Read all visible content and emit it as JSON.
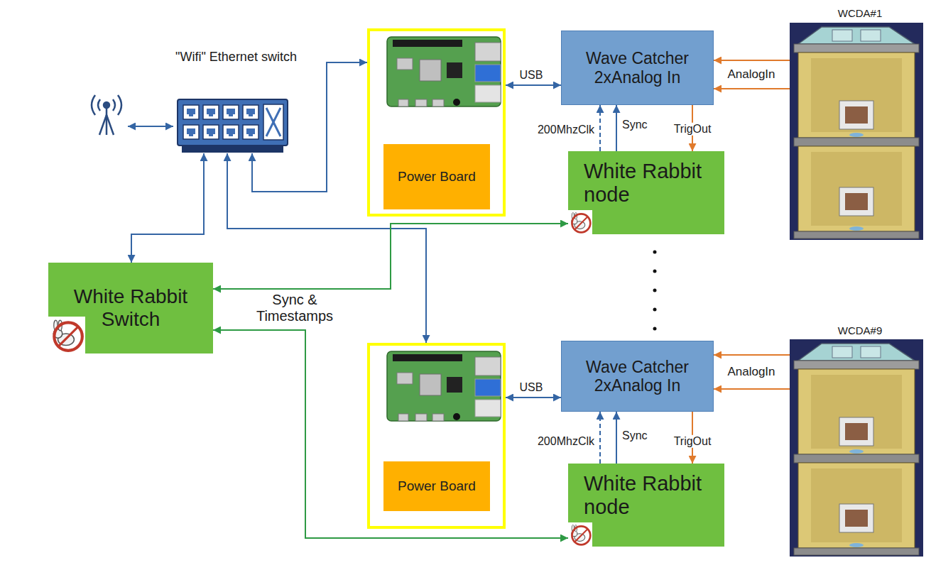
{
  "diagram": {
    "nodes": [
      {
        "text": [
          "\"Wifi\" Ethernet switch"
        ]
      },
      {
        "text": []
      },
      {
        "text": [
          "Power Board"
        ],
        "in": 1
      },
      {
        "text": [
          "Wave Catcher 2xAnalog In"
        ]
      },
      {
        "text": [
          "White Rabbit node"
        ]
      },
      {
        "text": [
          "WCDA#1"
        ]
      },
      {
        "text": [
          "White Rabbit Switch"
        ]
      },
      {
        "text": []
      },
      {
        "text": [
          "Power Board"
        ],
        "in": 7
      },
      {
        "text": [
          "Wave Catcher 2xAnalog In"
        ]
      },
      {
        "text": [
          "White Rabbit node"
        ]
      },
      {
        "text": [
          "WCDA#9"
        ]
      }
    ],
    "edges": [
      {
        "from": 0,
        "to": 1,
        "arrow": "both"
      },
      {
        "from": 0,
        "to": 6,
        "arrow": "both"
      },
      {
        "from": 0,
        "to": 7,
        "arrow": "both"
      },
      {
        "from": 1,
        "to": 3,
        "arrow": "both",
        "label": "USB"
      },
      {
        "from": 3,
        "to": 4,
        "arrow": "to",
        "label": "TrigOut"
      },
      {
        "from": 4,
        "to": 3,
        "arrow": "to",
        "label": "Sync"
      },
      {
        "from": 4,
        "to": 3,
        "arrow": "to",
        "label": "200MhzClk"
      },
      {
        "from": 5,
        "to": 3,
        "arrow": "to",
        "label": "AnalogIn"
      },
      {
        "from": 5,
        "to": 3,
        "arrow": "to"
      },
      {
        "from": 6,
        "to": 4,
        "arrow": "both",
        "label": "Sync & Timestamps"
      },
      {
        "from": 6,
        "to": 10,
        "arrow": "both"
      },
      {
        "from": 7,
        "to": 9,
        "arrow": "both",
        "label": "USB"
      },
      {
        "from": 9,
        "to": 10,
        "arrow": "to",
        "label": "TrigOut"
      },
      {
        "from": 10,
        "to": 9,
        "arrow": "to",
        "label": "Sync"
      },
      {
        "from": 10,
        "to": 9,
        "arrow": "to",
        "label": "200MhzClk"
      },
      {
        "from": 11,
        "to": 9,
        "arrow": "to",
        "label": "AnalogIn"
      },
      {
        "from": 11,
        "to": 9,
        "arrow": "to"
      }
    ]
  }
}
